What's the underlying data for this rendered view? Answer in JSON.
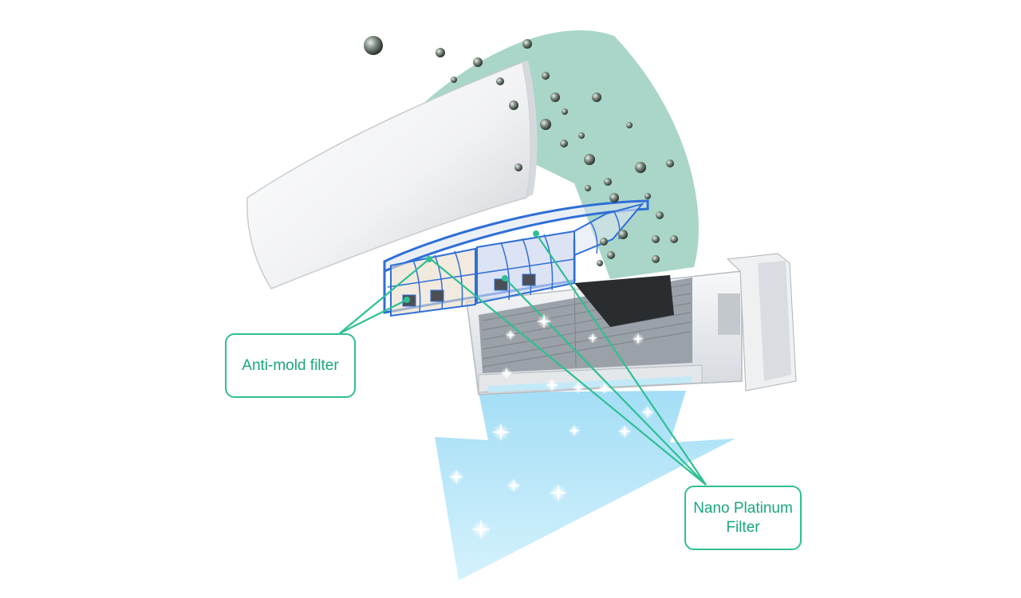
{
  "labels": {
    "anti_mold": "Anti-mold filter",
    "nano_platinum_line1": "Nano Platinum",
    "nano_platinum_line2": "Filter"
  },
  "colors": {
    "accent": "#2fbf93",
    "accent_text": "#19a67e",
    "dirty_air": "#a9d6c8",
    "clean_air": "#bfe9f8",
    "filter_frame": "#2f6fd6"
  },
  "icons": {
    "particles": "dust-particle-icon",
    "sparkles": "sparkle-icon"
  }
}
